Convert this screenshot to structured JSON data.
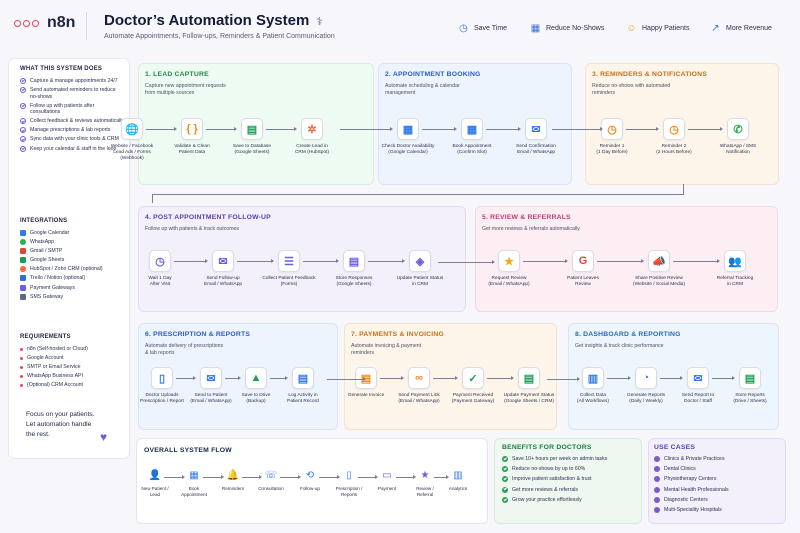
{
  "header": {
    "logo_text": "n8n",
    "title": "Doctor’s Automation System",
    "subtitle": "Automate Appointments, Follow-ups, Reminders & Patient Communication",
    "badges": [
      "Save Time",
      "Reduce No-Shows",
      "Happy Patients",
      "More Revenue"
    ]
  },
  "sidebar": {
    "does_title": "WHAT THIS SYSTEM DOES",
    "does_items": [
      "Capture & manage appointments 24/7",
      "Send automated reminders to reduce no-shows",
      "Follow up with patients after consultations",
      "Collect feedback & reviews automatically",
      "Manage prescriptions & lab reports",
      "Sync data with your clinic tools & CRM",
      "Keep your calendar & staff in the loop"
    ],
    "integrations_title": "INTEGRATIONS",
    "integrations": [
      {
        "name": "Google Calendar",
        "color": "#2f7bea"
      },
      {
        "name": "WhatsApp",
        "color": "#28b14c"
      },
      {
        "name": "Gmail / SMTP",
        "color": "#e4453a"
      },
      {
        "name": "Google Sheets",
        "color": "#1f9d55"
      },
      {
        "name": "HubSpot / Zoho CRM (optional)",
        "color": "#f26b3a"
      },
      {
        "name": "Trello / Notion (optional)",
        "color": "#2a6fdb"
      },
      {
        "name": "Payment Gateways",
        "color": "#6c5ce7"
      },
      {
        "name": "SMS Gateway",
        "color": "#5a6a8a"
      }
    ],
    "requirements_title": "REQUIREMENTS",
    "requirements": [
      "n8n (Self-hosted or Cloud)",
      "Google Account",
      "SMTP or Email Service",
      "WhatsApp Business API",
      "(Optional) CRM Account"
    ],
    "focus_lines": [
      "Focus on your patients.",
      "Let automation handle",
      "the rest."
    ]
  },
  "panels": {
    "lead": {
      "title": "1. LEAD CAPTURE",
      "desc": [
        "Capture new appointment requests",
        "from multiple sources"
      ],
      "nodes": [
        {
          "icon": "🌐",
          "color": "#2f6fe0",
          "label": [
            "Website / Facebook",
            "Lead Ads / Forms",
            "(Webhook)"
          ]
        },
        {
          "icon": "{ }",
          "color": "#f08c1a",
          "label": [
            "Validate & Clean",
            "Patient Data"
          ]
        },
        {
          "icon": "▤",
          "color": "#1f9d55",
          "label": [
            "Save to Database",
            "(Google Sheets)"
          ]
        },
        {
          "icon": "✲",
          "color": "#f26b3a",
          "label": [
            "Create Lead in",
            "CRM (HubSpot)"
          ]
        }
      ]
    },
    "booking": {
      "title": "2. APPOINTMENT BOOKING",
      "desc": [
        "Automate scheduling & calendar",
        "management"
      ],
      "nodes": [
        {
          "icon": "▦",
          "color": "#2f7bea",
          "label": [
            "Check Doctor Availability",
            "(Google Calendar)"
          ]
        },
        {
          "icon": "▦",
          "color": "#2f7bea",
          "label": [
            "Book Appointment",
            "(Confirm Slot)"
          ]
        },
        {
          "icon": "✉",
          "color": "#2f7bea",
          "label": [
            "Send Confirmation",
            "Email / WhatsApp"
          ]
        }
      ]
    },
    "reminders": {
      "title": "3. REMINDERS & NOTIFICATIONS",
      "desc": [
        "Reduce no-shows with automated",
        "reminders"
      ],
      "nodes": [
        {
          "icon": "◷",
          "color": "#f08c1a",
          "label": [
            "Reminder 1",
            "(1 Day Before)"
          ]
        },
        {
          "icon": "◷",
          "color": "#f08c1a",
          "label": [
            "Reminder 2",
            "(2 Hours Before)"
          ]
        },
        {
          "icon": "✆",
          "color": "#28b14c",
          "label": [
            "WhatsApp / SMS",
            "Notification"
          ]
        }
      ]
    },
    "followup": {
      "title": "4. POST APPOINTMENT FOLLOW-UP",
      "desc": [
        "Follow up with patients & track outcomes"
      ],
      "nodes": [
        {
          "icon": "◷",
          "color": "#6c5ce7",
          "label": [
            "Wait 1 Day",
            "After Visit"
          ]
        },
        {
          "icon": "✉",
          "color": "#6c5ce7",
          "label": [
            "Send Follow-up",
            "Email / WhatsApp"
          ]
        },
        {
          "icon": "☰",
          "color": "#6c5ce7",
          "label": [
            "Collect Patient Feedback",
            "(Forms)"
          ]
        },
        {
          "icon": "▤",
          "color": "#6c5ce7",
          "label": [
            "Store Responses",
            "(Google Sheets)"
          ]
        },
        {
          "icon": "◈",
          "color": "#6c5ce7",
          "label": [
            "Update Patient Status",
            "in CRM"
          ]
        }
      ]
    },
    "review": {
      "title": "5. REVIEW & REFERRALS",
      "desc": [
        "Get more reviews & referrals automatically"
      ],
      "nodes": [
        {
          "icon": "★",
          "color": "#f0a81a",
          "label": [
            "Request Review",
            "(Email / WhatsApp)"
          ]
        },
        {
          "icon": "G",
          "color": "#e4453a",
          "label": [
            "Patient Leaves",
            "Review"
          ]
        },
        {
          "icon": "📣",
          "color": "#d63d7a",
          "label": [
            "Share Positive Review",
            "(Website / Social Media)"
          ]
        },
        {
          "icon": "👥",
          "color": "#d63d7a",
          "label": [
            "Referral Tracking",
            "in CRM"
          ]
        }
      ]
    },
    "prescription": {
      "title": "6. PRESCRIPTION & REPORTS",
      "desc": [
        "Automate delivery of prescriptions",
        "& lab reports"
      ],
      "nodes": [
        {
          "icon": "▯",
          "color": "#2f7bea",
          "label": [
            "Doctor Uploads",
            "Prescription / Report"
          ]
        },
        {
          "icon": "✉",
          "color": "#2f7bea",
          "label": [
            "Send to Patient",
            "(Email / WhatsApp)"
          ]
        },
        {
          "icon": "▲",
          "color": "#1f9d55",
          "label": [
            "Save to Drive",
            "(Backup)"
          ]
        },
        {
          "icon": "▤",
          "color": "#2f7bea",
          "label": [
            "Log Activity in",
            "Patient Record"
          ]
        }
      ]
    },
    "payments": {
      "title": "7. PAYMENTS & INVOICING",
      "desc": [
        "Automate invoicing & payment",
        "reminders"
      ],
      "nodes": [
        {
          "icon": "▤",
          "color": "#f08c1a",
          "label": [
            "Generate Invoice"
          ]
        },
        {
          "icon": "∞",
          "color": "#f08c1a",
          "label": [
            "Send Payment Link",
            "(Email / WhatsApp)"
          ]
        },
        {
          "icon": "✓",
          "color": "#1f9d55",
          "label": [
            "Payment Received",
            "(Payment Gateway)"
          ]
        },
        {
          "icon": "▤",
          "color": "#1f9d55",
          "label": [
            "Update Payment Status",
            "(Google Sheets / CRM)"
          ]
        }
      ]
    },
    "dashboard": {
      "title": "8. DASHBOARD & REPORTING",
      "desc": [
        "Get insights & track clinic performance"
      ],
      "nodes": [
        {
          "icon": "▥",
          "color": "#2f7bea",
          "label": [
            "Collect Data",
            "(All Workflows)"
          ]
        },
        {
          "icon": "◔",
          "color": "#2f7bea",
          "label": [
            "Generate Reports",
            "(Daily / Weekly)"
          ]
        },
        {
          "icon": "✉",
          "color": "#2f7bea",
          "label": [
            "Send Report to",
            "Doctor / Staff"
          ]
        },
        {
          "icon": "▤",
          "color": "#1f9d55",
          "label": [
            "Store Reports",
            "(Drive / Sheets)"
          ]
        }
      ]
    }
  },
  "overall": {
    "title": "OVERALL SYSTEM FLOW",
    "steps": [
      {
        "icon": "👤",
        "label": [
          "New Patient /",
          "Lead"
        ]
      },
      {
        "icon": "▦",
        "label": [
          "Book",
          "Appointment"
        ]
      },
      {
        "icon": "🔔",
        "label": [
          "Reminders"
        ]
      },
      {
        "icon": "☏",
        "label": [
          "Consultation"
        ]
      },
      {
        "icon": "⟲",
        "label": [
          "Follow-up"
        ]
      },
      {
        "icon": "▯",
        "label": [
          "Prescription /",
          "Reports"
        ]
      },
      {
        "icon": "▭",
        "label": [
          "Payment"
        ]
      },
      {
        "icon": "★",
        "label": [
          "Review /",
          "Referral"
        ]
      },
      {
        "icon": "▥",
        "label": [
          "Analytics"
        ]
      }
    ]
  },
  "benefits": {
    "title": "BENEFITS FOR DOCTORS",
    "items": [
      "Save 10+ hours per week on admin tasks",
      "Reduce no-shows by up to 60%",
      "Improve patient satisfaction & trust",
      "Get more reviews & referrals",
      "Grow your practice effortlessly"
    ]
  },
  "usecases": {
    "title": "USE CASES",
    "items": [
      "Clinics & Private Practices",
      "Dental Clinics",
      "Physiotherapy Centers",
      "Mental Health Professionals",
      "Diagnostic Centers",
      "Multi-Speciality Hospitals"
    ]
  }
}
